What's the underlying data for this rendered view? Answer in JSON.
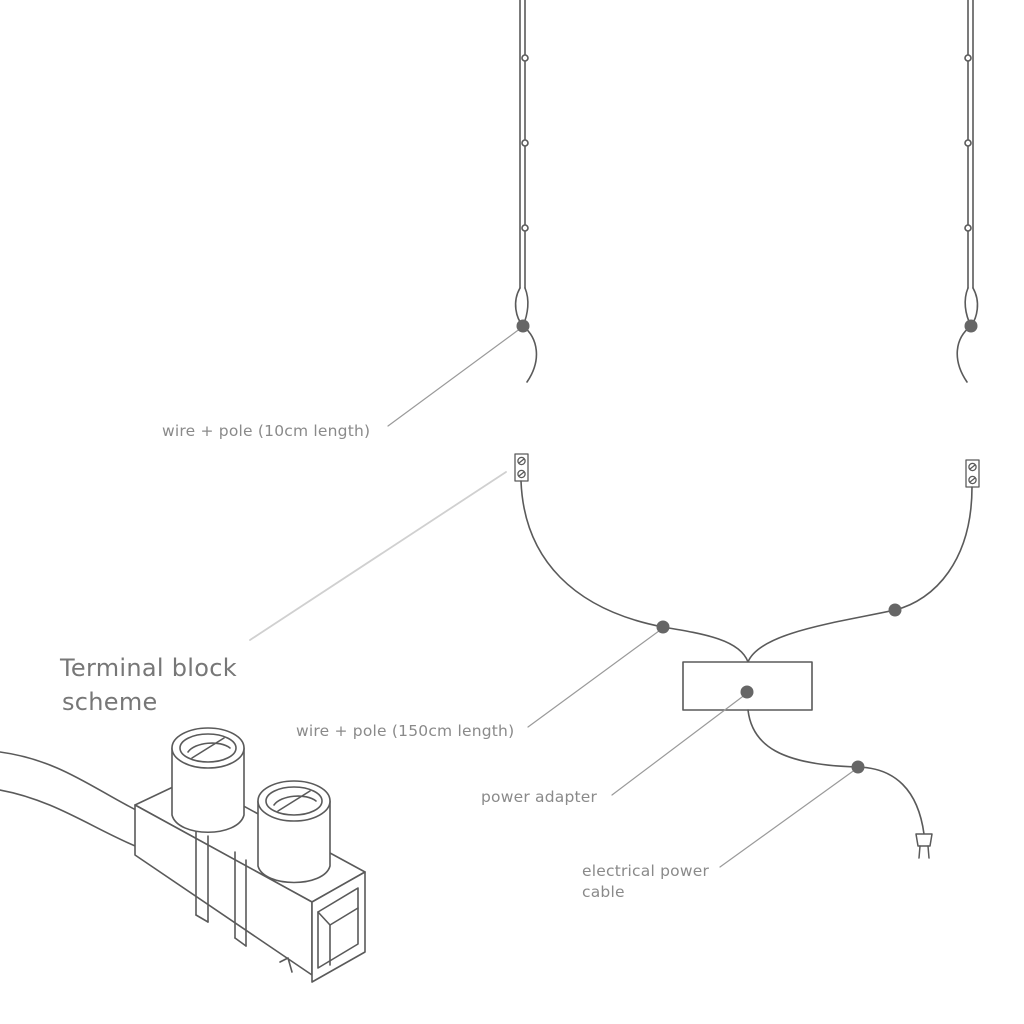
{
  "labels": {
    "wire_pole_short": "wire + pole (10cm length)",
    "wire_pole_long": "wire + pole (150cm length)",
    "power_adapter": "power adapter",
    "power_cable_line1": "electrical power",
    "power_cable_line2": "cable",
    "terminal_block_line1": "Terminal block",
    "terminal_block_line2": "scheme"
  },
  "colors": {
    "line": "#5a5a5a",
    "dot": "#666666",
    "leader": "#9a9a9a",
    "leader_light": "#cfcfcf",
    "text": "#8a8a8a"
  },
  "icons": [
    "plug-icon",
    "terminal-screw-icon",
    "terminal-block-illustration"
  ]
}
